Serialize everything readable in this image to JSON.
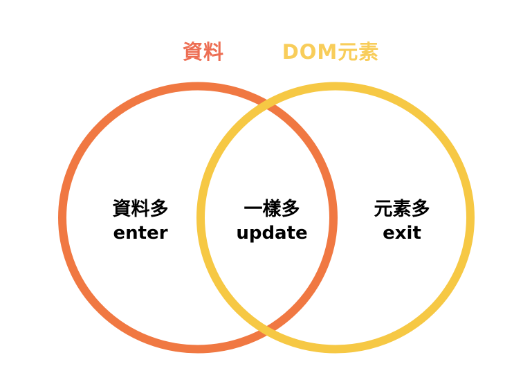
{
  "diagram": {
    "type": "venn",
    "titles": {
      "left": "資料",
      "right": "DOM元素"
    },
    "colors": {
      "left_circle_stroke": "#f07842",
      "left_title_text": "#ed6e53",
      "right_circle_stroke": "#f6c844",
      "right_title_text": "#f8cd5a",
      "region_text": "#000000",
      "background": "#ffffff"
    },
    "regions": {
      "left_only": {
        "line1": "資料多",
        "line2": "enter"
      },
      "intersection": {
        "line1": "一樣多",
        "line2": "update"
      },
      "right_only": {
        "line1": "元素多",
        "line2": "exit"
      }
    }
  }
}
